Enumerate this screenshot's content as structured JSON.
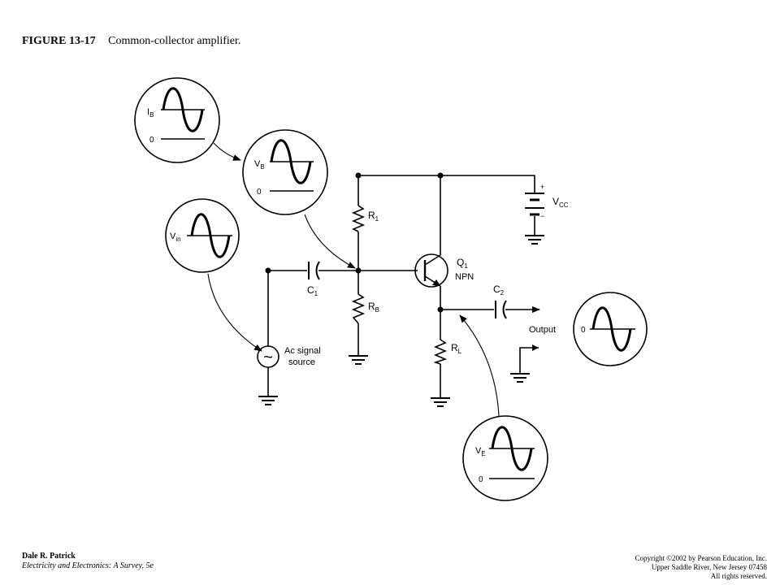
{
  "figure": {
    "number": "FIGURE 13-17",
    "caption": "Common-collector amplifier."
  },
  "labels": {
    "r1": "R",
    "r1_sub": "1",
    "rb": "R",
    "rb_sub": "B",
    "c1": "C",
    "c1_sub": "1",
    "c2": "C",
    "c2_sub": "2",
    "rl": "R",
    "rl_sub": "L",
    "q1": "Q",
    "q1_sub": "1",
    "npn": "NPN",
    "vcc": "V",
    "vcc_sub": "CC",
    "plus": "+",
    "minus": "−",
    "output": "Output",
    "source_line1": "Ac signal",
    "source_line2": "source",
    "tilde": "~"
  },
  "waveforms": {
    "ib": {
      "label": "I",
      "sub": "B",
      "zero": "0"
    },
    "vb": {
      "label": "V",
      "sub": "B",
      "zero": "0"
    },
    "vin": {
      "label": "V",
      "sub": "in"
    },
    "ve": {
      "label": "V",
      "sub": "E",
      "zero": "0"
    },
    "out": {
      "zero": "0"
    }
  },
  "footer": {
    "author": "Dale R. Patrick",
    "book": "Electricity and Electronics:  A Survey, 5e",
    "copyright_line1": "Copyright ©2002 by Pearson Education, Inc.",
    "copyright_line2": "Upper Saddle River, New Jersey 07458",
    "copyright_line3": "All rights reserved."
  }
}
